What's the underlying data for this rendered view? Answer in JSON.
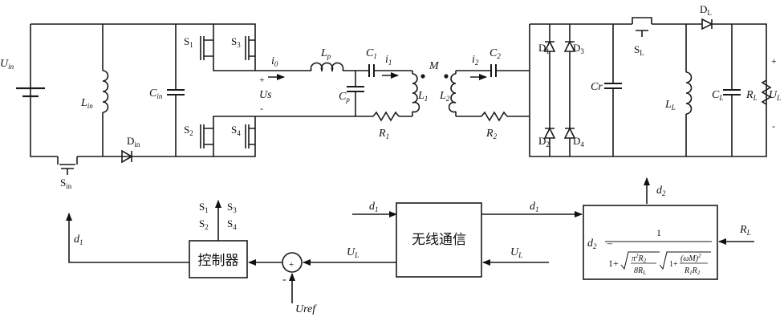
{
  "colors": {
    "wire": "#1a1a1a",
    "background": "#ffffff"
  },
  "labels": {
    "uin": "U",
    "uin_sub": "in",
    "lin": "L",
    "lin_sub": "in",
    "cin": "C",
    "cin_sub": "in",
    "din": "D",
    "din_sub": "in",
    "sin": "S",
    "sin_sub": "in",
    "s1": "S",
    "s1_sub": "1",
    "s2": "S",
    "s2_sub": "2",
    "s3": "S",
    "s3_sub": "3",
    "s4": "S",
    "s4_sub": "4",
    "i0": "i",
    "i0_sub": "0",
    "us": "Us",
    "plus": "+",
    "minus": "-",
    "lp": "L",
    "lp_sub": "p",
    "cp": "C",
    "cp_sub": "p",
    "c1": "C",
    "c1_sub": "1",
    "i1": "i",
    "i1_sub": "1",
    "l1": "L",
    "l1_sub": "1",
    "r1": "R",
    "r1_sub": "1",
    "m": "M",
    "i2": "i",
    "i2_sub": "2",
    "c2": "C",
    "c2_sub": "2",
    "l2": "L",
    "l2_sub": "2",
    "r2": "R",
    "r2_sub": "2",
    "d1": "D",
    "d1_sub": "1",
    "d2": "D",
    "d2_sub": "2",
    "d3": "D",
    "d3_sub": "3",
    "d4": "D",
    "d4_sub": "4",
    "cr": "Cr",
    "sl": "S",
    "sl_sub": "L",
    "dl": "D",
    "dl_sub": "L",
    "ll": "L",
    "ll_sub": "L",
    "cl": "C",
    "cl_sub": "L",
    "rl": "R",
    "rl_sub": "L",
    "ul": "U",
    "ul_sub": "L"
  },
  "blocks": {
    "controller": "控制器",
    "wireless": "无线通信",
    "plus": "+",
    "minus": "-",
    "controller_out_s1": "S",
    "controller_out_s1_sub": "1",
    "controller_out_s3": "S",
    "controller_out_s3_sub": "3",
    "controller_out_s2": "S",
    "controller_out_s2_sub": "2",
    "controller_out_s4": "S",
    "controller_out_s4_sub": "4",
    "d1_sig": "d",
    "d1_sig_sub": "1",
    "d2_sig": "d",
    "d2_sig_sub": "2",
    "ul_sig": "U",
    "ul_sig_sub": "L",
    "rl_sig": "R",
    "rl_sig_sub": "L",
    "uref": "Uref"
  },
  "formula": {
    "lhs": "d",
    "lhs_sub": "2",
    "eq": "=",
    "numerator": "1",
    "one": "1+",
    "pi": "π",
    "pi_sup": "2",
    "r2": "R",
    "r2_sub": "2",
    "eight": "8",
    "rl": "R",
    "rl_sub": "L",
    "one2": "1+",
    "om": "(ωM)",
    "om_sup": "2",
    "r1r2": "R",
    "r1r2_sub1": "1",
    "r1r2_b": "R",
    "r1r2_sub2": "2"
  }
}
